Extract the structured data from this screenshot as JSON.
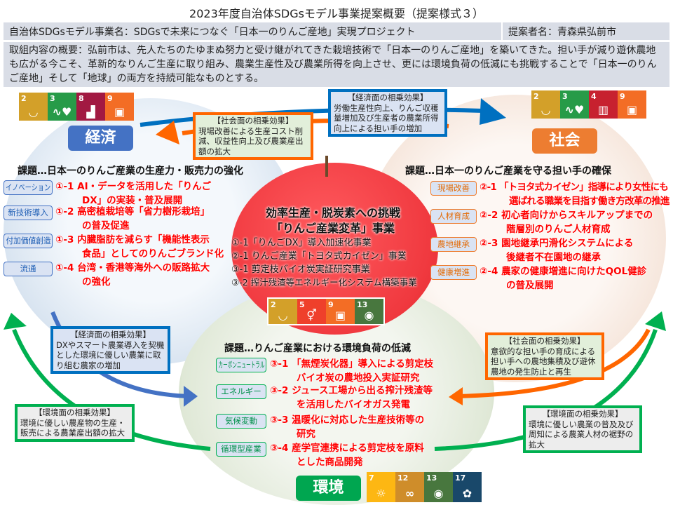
{
  "title": "2023年度自治体SDGsモデル事業提案概要（提案様式３）",
  "project_name": "自治体SDGsモデル事業名：SDGsで未来につなぐ「日本一のりんご産地」実現プロジェクト",
  "proposer": "提案者名：青森県弘前市",
  "summary": "取組内容の概要：弘前市は、先人たちのたゆまぬ努力と受け継がれてきた栽培技術で「日本一のりんご産地」を築いてきた。担い手が減り遊休農地も広がる今こそ、革新的なりんご生産に取り組み、農業生産性及び農業所得を向上させ、更には環境負荷の低減にも挑戦することで「日本一のりんご産地」そして「地球」の両方を持続可能なものとする。",
  "colors": {
    "economy": "#4472c4",
    "society": "#ed7d31",
    "environment": "#00a650",
    "apple": "#f0393f",
    "item_red": "#ff0000"
  },
  "economy": {
    "label": "経済",
    "sdgs": [
      {
        "n": "2",
        "color": "#d3a029",
        "icon": "bowl"
      },
      {
        "n": "3",
        "color": "#279b48",
        "icon": "heartbeat"
      },
      {
        "n": "8",
        "color": "#a21942",
        "icon": "chart"
      },
      {
        "n": "9",
        "color": "#f36d25",
        "icon": "cubes"
      }
    ],
    "heading": "課題…日本一のりんご産業の生産力・販売力の強化",
    "items": [
      {
        "tag": "イノベーション",
        "num": "①-1",
        "l1": "AI・データを活用した「りんご",
        "l2": "DX」の実装・普及展開"
      },
      {
        "tag": "新技術導入",
        "num": "①-2",
        "l1": "高密植栽培等「省力樹形栽培」",
        "l2": "の普及促進"
      },
      {
        "tag": "付加価値創造",
        "num": "①-3",
        "l1": "内臓脂肪を減らす「機能性表示",
        "l2": "食品」としてのりんごブランド化"
      },
      {
        "tag": "流通",
        "num": "①-4",
        "l1": "台湾・香港等海外への販路拡大",
        "l2": "の強化"
      }
    ]
  },
  "society": {
    "label": "社会",
    "sdgs": [
      {
        "n": "2",
        "color": "#d3a029",
        "icon": "bowl"
      },
      {
        "n": "3",
        "color": "#279b48",
        "icon": "heartbeat"
      },
      {
        "n": "4",
        "color": "#c7212f",
        "icon": "book"
      },
      {
        "n": "9",
        "color": "#f36d25",
        "icon": "cubes"
      }
    ],
    "heading": "課題…日本一のりんご産業を守る担い手の確保",
    "items": [
      {
        "tag": "現場改善",
        "num": "②-1",
        "l1": "「トヨタ式カイゼン」指導により女性にも",
        "l2": "選ばれる職業を目指す働き方改革の推進"
      },
      {
        "tag": "人材育成",
        "num": "②-2",
        "l1": "初心者向けからスキルアップまでの",
        "l2": "階層別のりんご人材育成"
      },
      {
        "tag": "農地継承",
        "num": "②-3",
        "l1": "園地継承円滑化システムによる",
        "l2": "後継者不在園地の継承"
      },
      {
        "tag": "健康増進",
        "num": "②-4",
        "l1": "農家の健康増進に向けたQOL健診",
        "l2": "の普及展開"
      }
    ]
  },
  "environment": {
    "label": "環境",
    "sdgs": [
      {
        "n": "7",
        "color": "#fdb713",
        "icon": "sun"
      },
      {
        "n": "12",
        "color": "#cf8d2a",
        "icon": "infinity"
      },
      {
        "n": "13",
        "color": "#48773e",
        "icon": "eye"
      },
      {
        "n": "17",
        "color": "#19486a",
        "icon": "flower"
      }
    ],
    "heading": "課題…りんご産業における環境負荷の低減",
    "items": [
      {
        "tag": "カーボンニュートラル",
        "num": "③-1",
        "l1": "「無煙炭化器」導入による剪定枝",
        "l2": "バイオ炭の農地投入実証研究"
      },
      {
        "tag": "エネルギー",
        "num": "③-2",
        "l1": "ジュース工場から出る搾汁残渣等",
        "l2": "を活用したバイオガス発電"
      },
      {
        "tag": "気候変動",
        "num": "③-3",
        "l1": "温暖化に対応した生産技術等の",
        "l2": "研究"
      },
      {
        "tag": "循環型産業",
        "num": "③-4",
        "l1": "産学官連携による剪定枝を原料",
        "l2": "とした商品開発"
      }
    ]
  },
  "center": {
    "title1": "効率生産・脱炭素への挑戦",
    "title2": "「りんご産業変革」事業",
    "items": [
      "①-1「りんごDX」導入加速化事業",
      "②-1 りんご産業「トヨタ式カイゼン」事業",
      "③-1 剪定枝バイオ炭実証研究事業",
      "③-2 搾汁残渣等エネルギー化システム構築事業"
    ],
    "sdgs": [
      {
        "n": "2",
        "color": "#d3a029",
        "icon": "bowl"
      },
      {
        "n": "5",
        "color": "#ef402b",
        "icon": "gender"
      },
      {
        "n": "9",
        "color": "#f36d25",
        "icon": "cubes"
      },
      {
        "n": "13",
        "color": "#48773e",
        "icon": "eye"
      }
    ]
  },
  "callouts": {
    "social_top": {
      "h": "【社会面の相乗効果】",
      "t": "現場改善による生産コスト削減、収益性向上及び農業産出額の拡大"
    },
    "econ_top": {
      "h": "【経済面の相乗効果】",
      "t": "労働生産性向上、りんご収穫量増加及び生産者の農業所得向上による担い手の増加"
    },
    "econ_bottom": {
      "h": "【経済面の相乗効果】",
      "t": "DXやスマート農業導入を契機とした環境に優しい農業に取り組む農家の増加"
    },
    "social_bottom": {
      "h": "【社会面の相乗効果】",
      "t": "意欲的な担い手の育成による担い手への農地集積及び遊休農地の発生防止と再生"
    },
    "env_left": {
      "h": "【環境面の相乗効果】",
      "t": "環境に優しい農産物の生産・販売による農業産出額の拡大"
    },
    "env_right": {
      "h": "【環境面の相乗効果】",
      "t": "環境に優しい農業の普及及び周知による農業人材の裾野の拡大"
    }
  }
}
